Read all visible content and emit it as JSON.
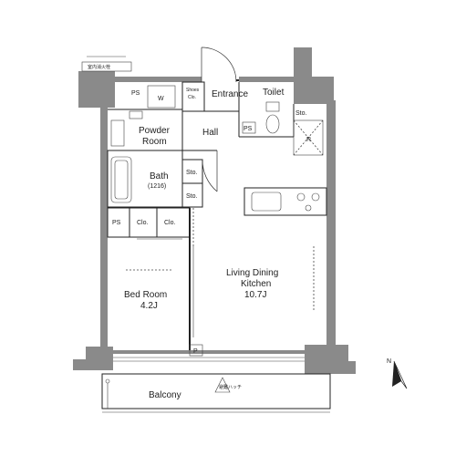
{
  "rooms": {
    "entrance": "Entrance",
    "toilet": "Toilet",
    "powder_room_line1": "Powder",
    "powder_room_line2": "Room",
    "hall": "Hall",
    "bath": "Bath",
    "bath_size": "(1216)",
    "bedroom": "Bed Room",
    "bedroom_size": "4.2J",
    "ldk_line1": "Living Dining",
    "ldk_line2": "Kitchen",
    "ldk_size": "10.7J",
    "balcony": "Balcony"
  },
  "tags": {
    "ps_top": "PS",
    "ps_toilet": "PS",
    "ps_bedroom": "PS",
    "p_bottom": "P",
    "w": "W",
    "sto_toilet": "Sto.",
    "sto_hall_1": "Sto.",
    "sto_hall_2": "Sto.",
    "clo_1": "Clo.",
    "clo_2": "Clo.",
    "shoes_line1": "Shoes",
    "shoes_line2": "Clo.",
    "r": "R",
    "outdoor_unit": "室内消火栓",
    "balcony_hatch": "避難ハッチ",
    "north": "N"
  },
  "colors": {
    "wall": "#8a8a8a",
    "line": "#222222",
    "background": "#ffffff"
  }
}
